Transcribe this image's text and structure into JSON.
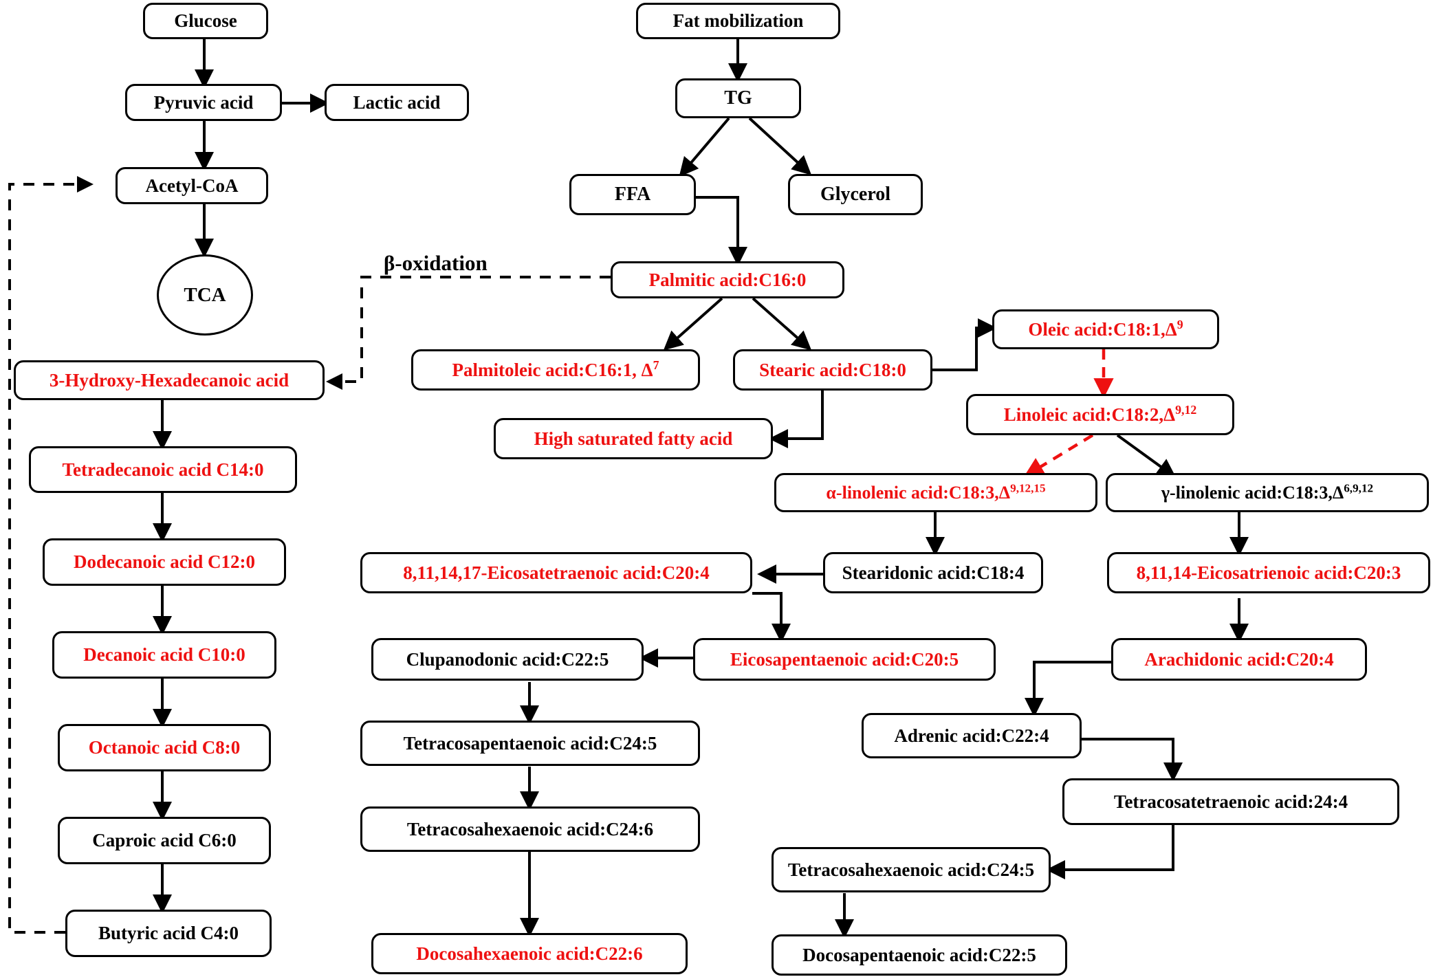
{
  "figure": {
    "title": "Fatty acid metabolism and beta-oxidation pathway",
    "colors": {
      "highlight": "#ee1111",
      "normal": "#000000",
      "line": "#000000"
    }
  },
  "labels": {
    "beta_oxidation": "β-oxidation"
  },
  "nodes": {
    "glucose": "Glucose",
    "pyruvic": "Pyruvic acid",
    "lactic": "Lactic acid",
    "acetyl_coa": "Acetyl-CoA",
    "tca": "TCA",
    "fat_mobilization": "Fat mobilization",
    "tg": "TG",
    "ffa": "FFA",
    "glycerol": "Glycerol",
    "palmitic": "Palmitic acid:C16:0",
    "palmitoleic_pre": "Palmitoleic acid:C16:1, Δ",
    "palmitoleic_sup": "7",
    "stearic": "Stearic acid:C18:0",
    "oleic_pre": "Oleic acid:C18:1,Δ",
    "oleic_sup": "9",
    "linoleic_pre": "Linoleic acid:C18:2,Δ",
    "linoleic_sup": "9,12",
    "high_sat": "High saturated fatty acid",
    "alpha_linolenic_pre": "α-linolenic acid:C18:3,Δ",
    "alpha_linolenic_sup": "9,12,15",
    "gamma_linolenic_pre": "γ-linolenic acid:C18:3,Δ",
    "gamma_linolenic_sup": "6,9,12",
    "stearidonic": "Stearidonic acid:C18:4",
    "eicosatetraenoic": "8,11,14,17-Eicosatetraenoic acid:C20:4",
    "eicosatrienoic": "8,11,14-Eicosatrienoic acid:C20:3",
    "epa": "Eicosapentaenoic acid:C20:5",
    "arachidonic": "Arachidonic acid:C20:4",
    "clupanodonic": "Clupanodonic acid:C22:5",
    "adrenic": "Adrenic acid:C22:4",
    "tetracosapentaenoic": "Tetracosapentaenoic acid:C24:5",
    "tetracosatetraenoic": "Tetracosatetraenoic acid:24:4",
    "tetracosahexaenoic_c246": "Tetracosahexaenoic acid:C24:6",
    "tetracosahexaenoic_c245": "Tetracosahexaenoic acid:C24:5",
    "dha": "Docosahexaenoic acid:C22:6",
    "dpa": "Docosapentaenoic acid:C22:5",
    "hydroxy_hexadecanoic": "3-Hydroxy-Hexadecanoic acid",
    "tetradecanoic": "Tetradecanoic acid C14:0",
    "dodecanoic": "Dodecanoic acid C12:0",
    "decanoic": "Decanoic acid C10:0",
    "octanoic": "Octanoic acid C8:0",
    "caproic": "Caproic acid C6:0",
    "butyric": "Butyric acid C4:0"
  }
}
